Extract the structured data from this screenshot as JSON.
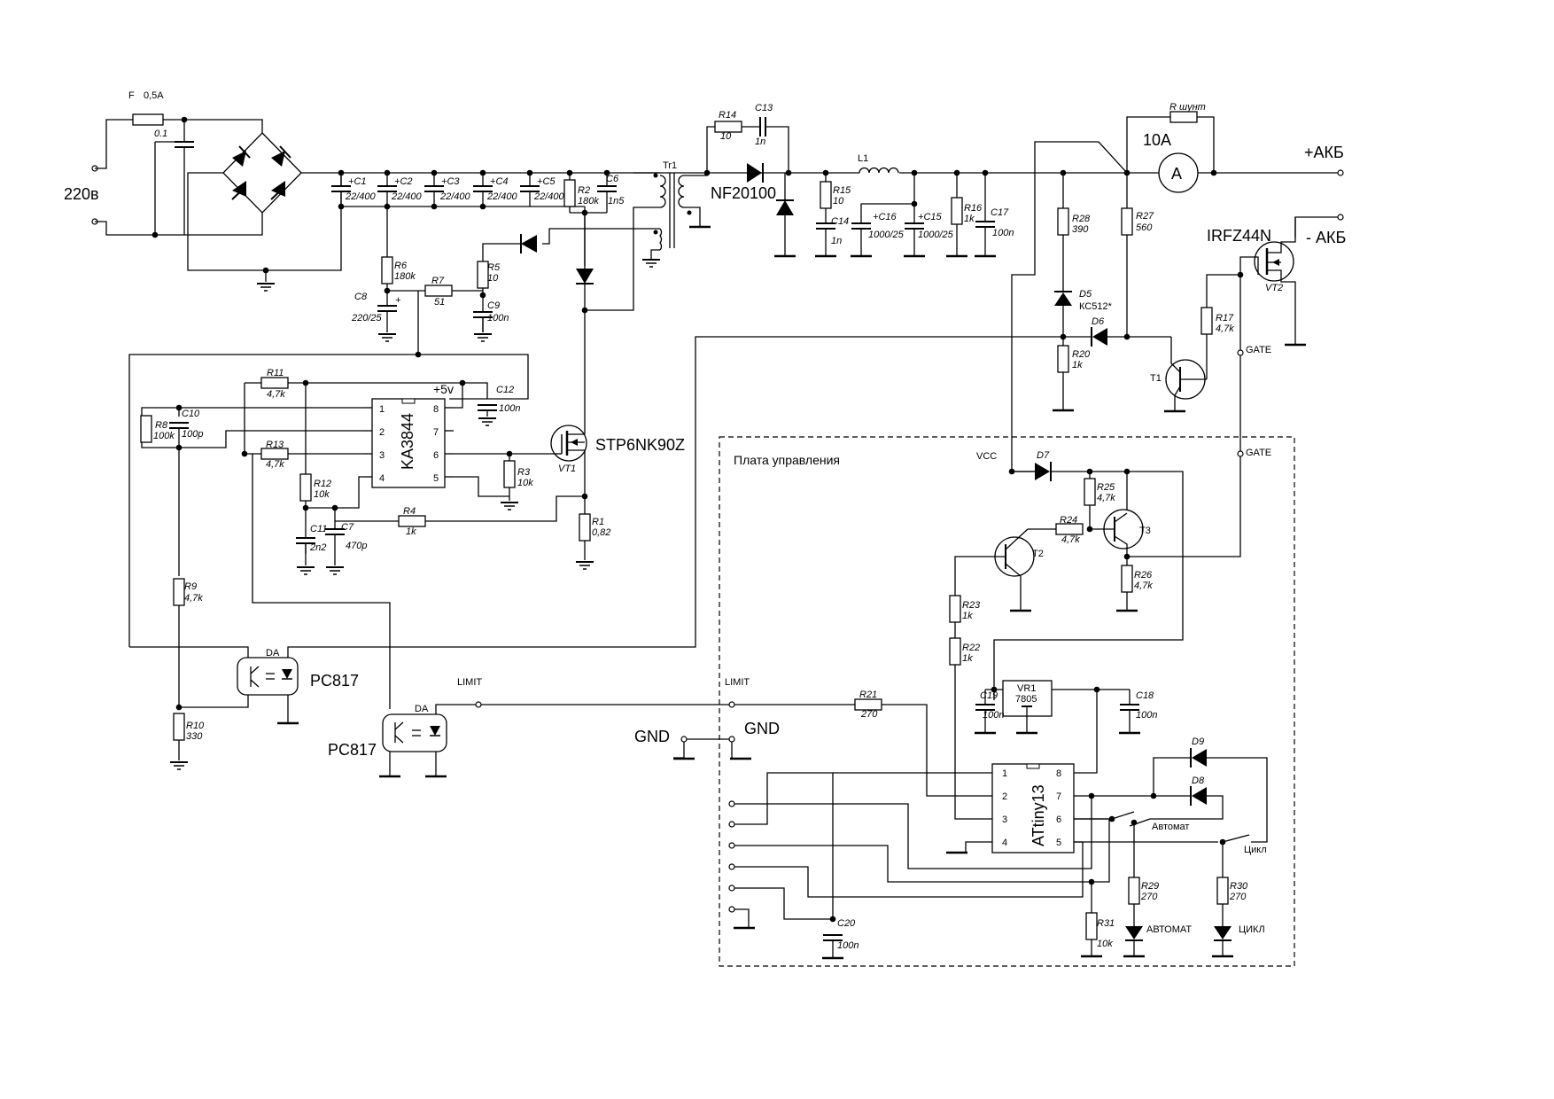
{
  "labels": {
    "mains": "220в",
    "fuse": "F",
    "fuse_value": "0,5A",
    "cap_bridge": "0.1",
    "batt_plus": "+АКБ",
    "batt_minus": "- АКБ",
    "ammeter": "10A",
    "ammeter_symbol": "A",
    "shunt": "R шунт",
    "transformer": "Tr1",
    "choke": "L1",
    "rect_diode": "NF20100",
    "mosfet_main": "STP6NK90Z",
    "mosfet_out": "IRFZ44N",
    "ic_pwm": "KA3844",
    "ic_mcu": "ATtiny13",
    "opto1": "PC817",
    "opto2": "PC817",
    "opto_tag": "DA",
    "vcc_5v": "+5v",
    "board_title": "Плата управления",
    "limit": "LIMIT",
    "gnd": "GND",
    "gate": "GATE",
    "vcc": "VCC",
    "switch_auto": "Автомат",
    "switch_cycle": "Цикл",
    "led_auto": "АВТОМАТ",
    "led_cycle": "ЦИКЛ"
  },
  "parts": {
    "C1": [
      "C1",
      "22/400"
    ],
    "C2": [
      "C2",
      "22/400"
    ],
    "C3": [
      "C3",
      "22/400"
    ],
    "C4": [
      "C4",
      "22/400"
    ],
    "C5": [
      "C5",
      "22/400"
    ],
    "R2": [
      "R2",
      "180k"
    ],
    "C6": [
      "C6",
      "1n5"
    ],
    "R14": [
      "R14",
      "10"
    ],
    "C13": [
      "C13",
      "1n"
    ],
    "R15": [
      "R15",
      "10"
    ],
    "C14": [
      "C14",
      "1n"
    ],
    "C16": [
      "C16",
      "1000/25"
    ],
    "C15": [
      "C15",
      "1000/25"
    ],
    "R16": [
      "R16",
      "1k"
    ],
    "C17": [
      "C17",
      "100n"
    ],
    "R28": [
      "R28",
      "390"
    ],
    "R27": [
      "R27",
      "560"
    ],
    "D5": [
      "D5",
      "КС512*"
    ],
    "D6": [
      "D6",
      ""
    ],
    "R20": [
      "R20",
      "1k"
    ],
    "R17": [
      "R17",
      "4,7k"
    ],
    "VT2": [
      "VT2",
      ""
    ],
    "T1": [
      "T1",
      ""
    ],
    "R6": [
      "R6",
      "180k"
    ],
    "C8": [
      "C8",
      "220/25"
    ],
    "R7": [
      "R7",
      "51"
    ],
    "R5": [
      "R5",
      "10"
    ],
    "C9": [
      "C9",
      "100n"
    ],
    "R11": [
      "R11",
      "4,7k"
    ],
    "C12": [
      "C12",
      "100n"
    ],
    "R8": [
      "R8",
      "100k"
    ],
    "C10": [
      "C10",
      "100p"
    ],
    "R13": [
      "R13",
      "4,7k"
    ],
    "R12": [
      "R12",
      "10k"
    ],
    "C11": [
      "C11",
      "2n2"
    ],
    "C7": [
      "C7",
      "470p"
    ],
    "R4": [
      "R4",
      "1k"
    ],
    "R3": [
      "R3",
      "10k"
    ],
    "R1": [
      "R1",
      "0,82"
    ],
    "VT1": [
      "VT1",
      ""
    ],
    "R9": [
      "R9",
      "4,7k"
    ],
    "R10": [
      "R10",
      "330"
    ],
    "D7": [
      "D7",
      ""
    ],
    "R25": [
      "R25",
      "4,7k"
    ],
    "R24": [
      "R24",
      "4,7k"
    ],
    "T2": [
      "T2",
      ""
    ],
    "T3": [
      "T3",
      ""
    ],
    "R26": [
      "R26",
      "4,7k"
    ],
    "R23": [
      "R23",
      "1k"
    ],
    "R22": [
      "R22",
      "1k"
    ],
    "VR1": [
      "VR1",
      "7805"
    ],
    "C19": [
      "C19",
      "100n"
    ],
    "C18": [
      "C18",
      "100n"
    ],
    "R21": [
      "R21",
      "270"
    ],
    "D9": [
      "D9",
      ""
    ],
    "D8": [
      "D8",
      ""
    ],
    "R29": [
      "R29",
      "270"
    ],
    "R30": [
      "R30",
      "270"
    ],
    "R31": [
      "R31",
      "10k"
    ],
    "C20": [
      "C20",
      "100n"
    ]
  },
  "pins": {
    "ka3844_left": [
      "1",
      "2",
      "3",
      "4"
    ],
    "ka3844_right": [
      "8",
      "7",
      "6",
      "5"
    ],
    "attiny_left": [
      "1",
      "2",
      "3",
      "4"
    ],
    "attiny_right": [
      "8",
      "7",
      "6",
      "5"
    ]
  }
}
